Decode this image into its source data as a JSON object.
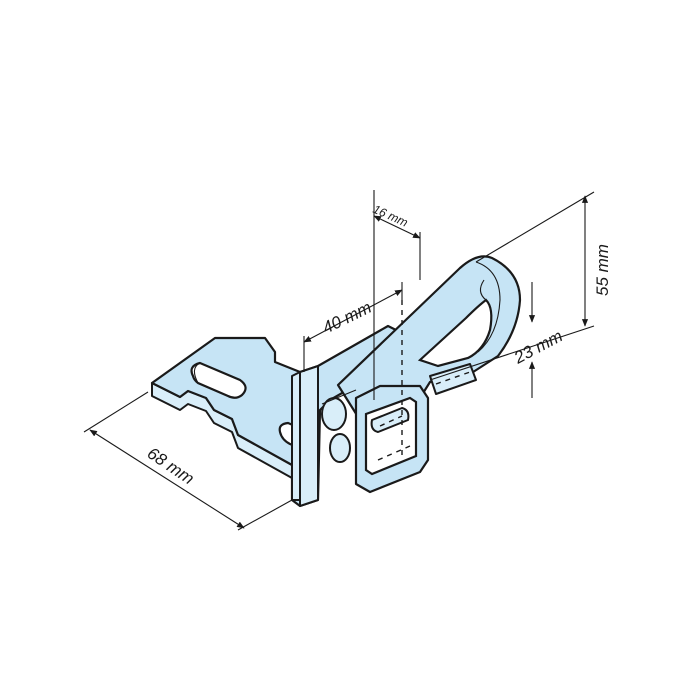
{
  "drawing": {
    "subject": "angle bracket with snap hook",
    "part_color": "#c6e4f5",
    "line_color": "#1a1a1a",
    "background": "#ffffff"
  },
  "dimensions": {
    "width_top": "16 mm",
    "depth_upper": "40 mm",
    "height_total": "55 mm",
    "height_hook": "23 mm",
    "length_base": "68 mm"
  }
}
